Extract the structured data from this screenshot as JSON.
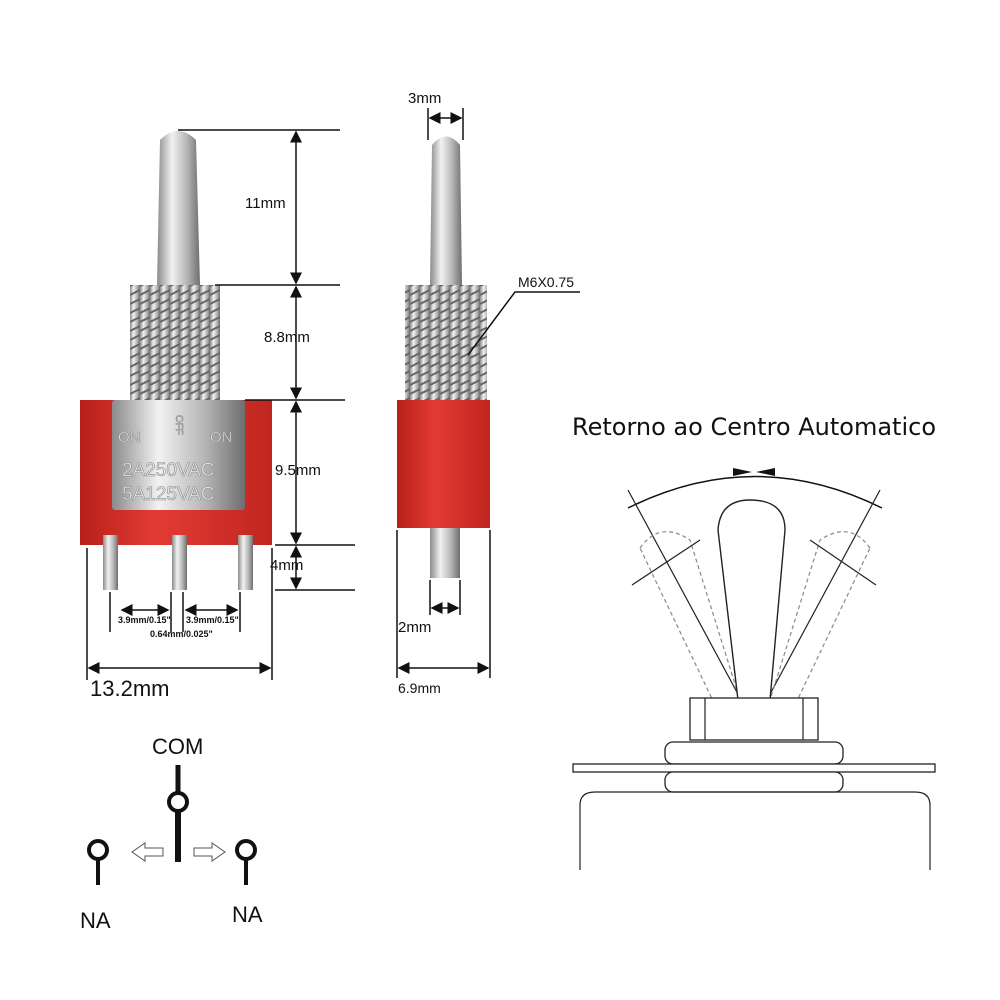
{
  "front_view": {
    "lever_height": "11mm",
    "bushing_height": "8.8mm",
    "body_height": "9.5mm",
    "pin_length": "4mm",
    "width": "13.2mm",
    "pin_spacing_left": "3.9mm/0.15\"",
    "pin_spacing_right": "3.9mm/0.15\"",
    "pin_width": "0.64mm/0.025\"",
    "plate_markings": {
      "left": "ON",
      "center": "OFF",
      "right": "ON",
      "rating1": "2A250VAC",
      "rating2": "5A125VAC"
    }
  },
  "side_view": {
    "lever_diameter": "3mm",
    "thread": "M6X0.75",
    "pin_width": "2mm",
    "depth": "6.9mm"
  },
  "action_diagram": {
    "title": "Retorno ao  Centro Automatico"
  },
  "schematic": {
    "common": "COM",
    "left": "NA",
    "right": "NA"
  },
  "colors": {
    "body": "#d7322b",
    "metal": "#c9c9c9"
  }
}
